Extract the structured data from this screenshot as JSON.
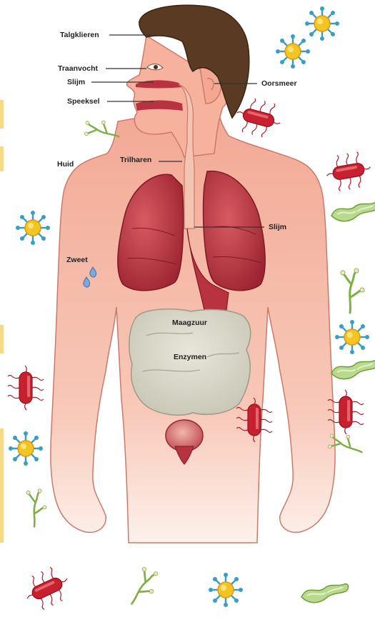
{
  "labels": {
    "talgklieren": "Talgklieren",
    "traanvocht": "Traanvocht",
    "slijm_nose": "Slijm",
    "speeksel": "Speeksel",
    "oorsmeer": "Oorsmeer",
    "huid": "Huid",
    "trilharen": "Trilharen",
    "slijm_lung": "Slijm",
    "zweet": "Zweet",
    "maagzuur": "Maagzuur",
    "enzymen": "Enzymen"
  },
  "colors": {
    "skin": "#f6b9a6",
    "hair": "#5a3a22",
    "lung": "#b8323f",
    "stomach": "#d9d7c7",
    "virus_core": "#f4c522",
    "virus_spike": "#3a9ec4",
    "bacteria": "#c8202f",
    "edge_band": "#f6d889"
  },
  "icons": [
    "virus-icon",
    "bacteria-icon",
    "fungus-icon",
    "worm-icon"
  ]
}
